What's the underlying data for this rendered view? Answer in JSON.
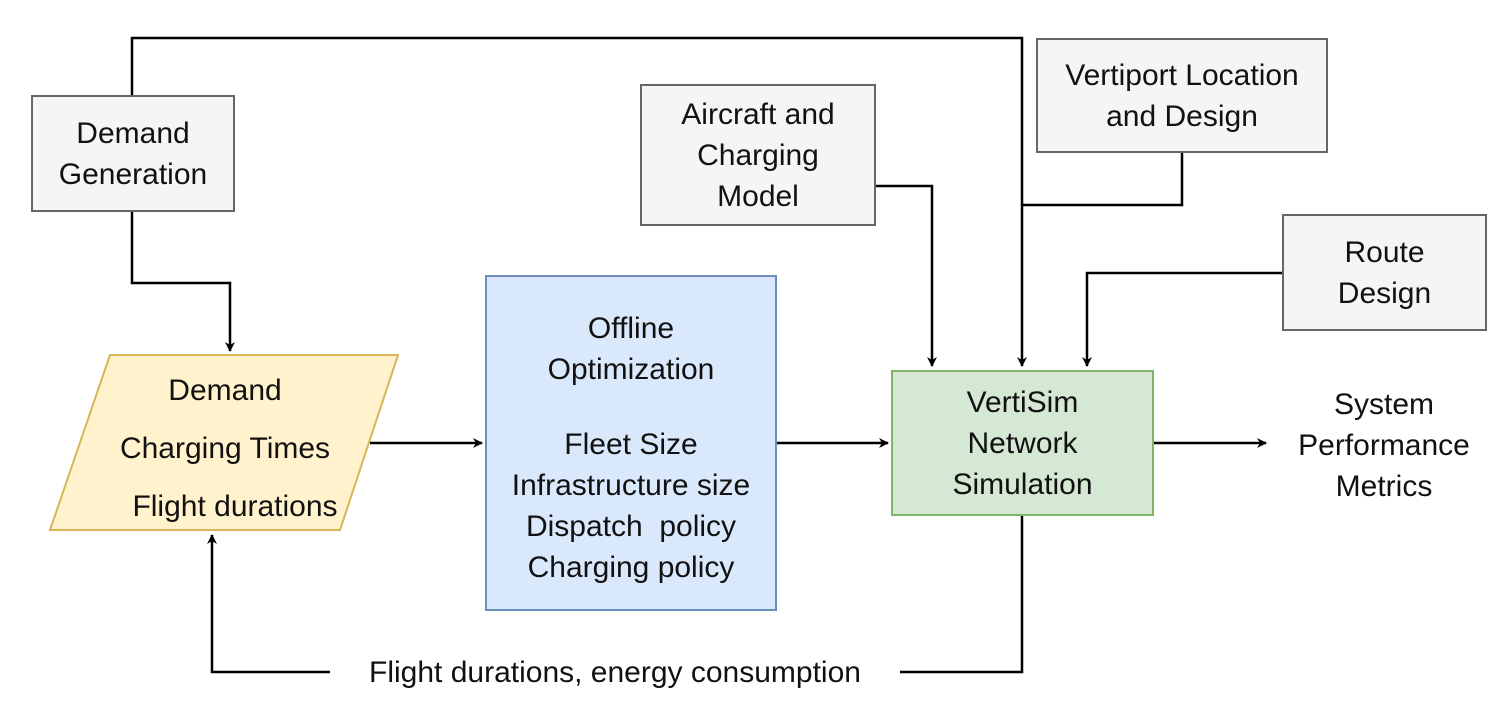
{
  "nodes": {
    "demand_generation": [
      "Demand",
      "Generation"
    ],
    "aircraft_model": [
      "Aircraft and",
      "Charging",
      "Model"
    ],
    "vertiport": [
      "Vertiport Location",
      "and Design"
    ],
    "route_design": [
      "Route",
      "Design"
    ],
    "inputs": [
      "Demand",
      "Charging Times",
      "Flight durations"
    ],
    "offline_optimization": {
      "title": [
        "Offline",
        "Optimization"
      ],
      "outputs": [
        "Fleet Size",
        "Infrastructure size",
        "Dispatch  policy",
        "Charging policy"
      ]
    },
    "vertisim": [
      "VertiSim",
      "Network",
      "Simulation"
    ],
    "system_metrics": [
      "System",
      "Performance",
      "Metrics"
    ]
  },
  "edges": {
    "feedback_label": "Flight durations, energy consumption"
  },
  "colors": {
    "gray_fill": "#f5f5f5",
    "gray_stroke": "#666666",
    "yellow_fill": "#fff2cc",
    "yellow_stroke": "#d6b656",
    "blue_fill": "#dae8fc",
    "blue_stroke": "#6c8ebf",
    "green_fill": "#d5e8d4",
    "green_stroke": "#82b366"
  }
}
